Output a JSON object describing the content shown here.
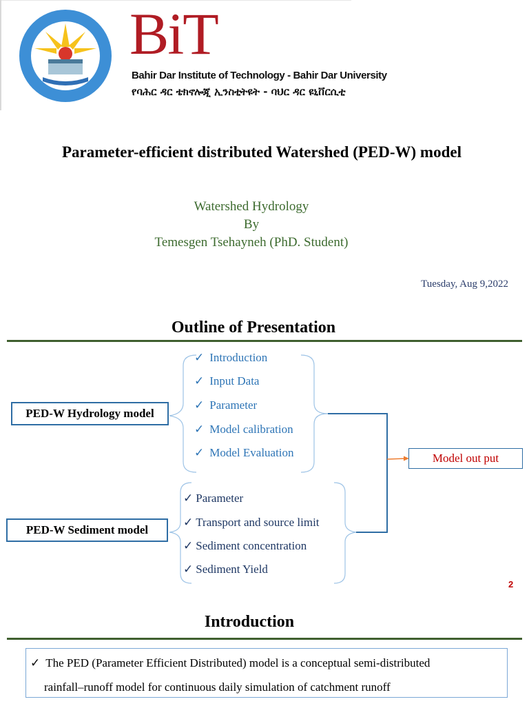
{
  "header": {
    "brand": "BiT",
    "institution_en": "Bahir Dar Institute of Technology - Bahir Dar University",
    "institution_am": "የባሕር ዳር ቴክኖሎጂ ኢንስቲትዩት - ባህር ዳር ዩኒቨርሲቲ",
    "logo_icon": "university-seal-icon"
  },
  "title_slide": {
    "title": "Parameter-efficient distributed Watershed (PED-W) model",
    "subtitle_1": "Watershed Hydrology",
    "subtitle_2": "By",
    "subtitle_3": "Temesgen Tsehayneh (PhD. Student)",
    "date": "Tuesday, Aug 9,2022"
  },
  "outline": {
    "heading": "Outline of Presentation",
    "hydrology_label": "PED-W Hydrology model",
    "hydrology_items": [
      "Introduction",
      "Input Data",
      "Parameter",
      "Model calibration",
      "Model Evaluation"
    ],
    "sediment_label": "PED-W Sediment model",
    "sediment_items": [
      "Parameter",
      "Transport and source limit",
      "Sediment concentration",
      "Sediment Yield"
    ],
    "output_label": "Model out put",
    "slide_number": "2",
    "check_glyph": "✓"
  },
  "introduction": {
    "heading": "Introduction",
    "line_1": "The PED (Parameter Efficient Distributed) model is a conceptual semi-distributed",
    "line_2": "rainfall–runoff model for continuous daily simulation of catchment runoff"
  },
  "colors": {
    "brand_red": "#b01c24",
    "rule_green": "#3f5f2f",
    "subtitle_green": "#3d6b2f",
    "box_blue": "#2e6da4",
    "output_red": "#c00000",
    "arrow_orange": "#ed7d31"
  }
}
